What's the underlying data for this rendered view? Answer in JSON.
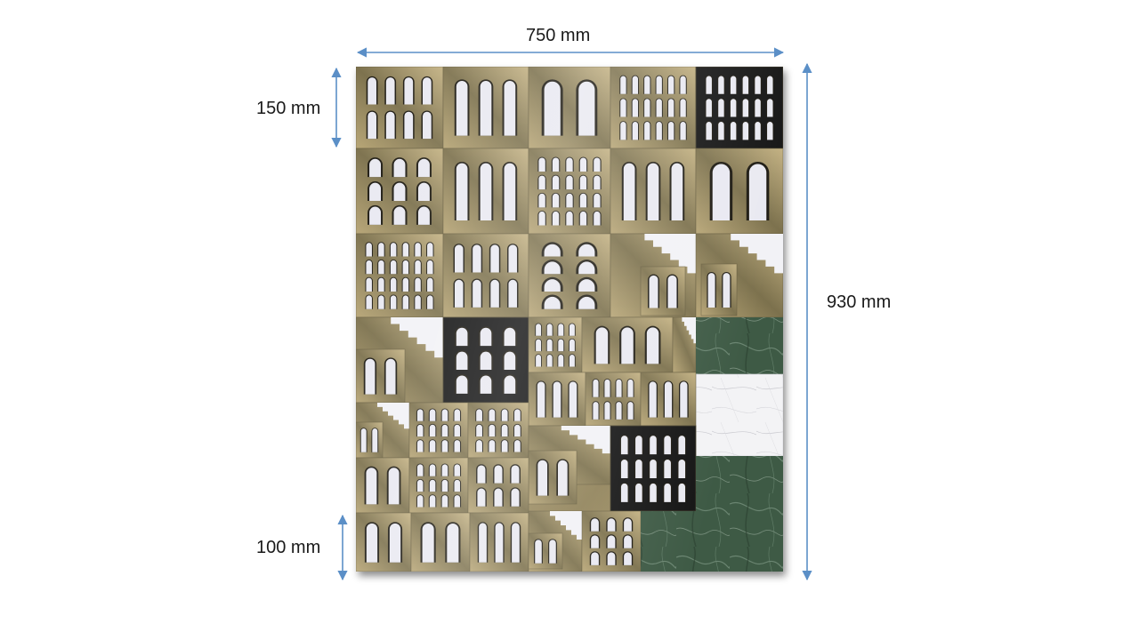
{
  "dimensions": {
    "width": "750 mm",
    "height": "930 mm",
    "tile_large": "150 mm",
    "tile_small": "100 mm"
  },
  "colors": {
    "arrow": "#5b8fc7",
    "brass_light": "#cdb98b",
    "brass_mid": "#a89467",
    "brass_dark": "#6f6545",
    "window_glow": "#e9e9f1",
    "black_tile": "#151515",
    "green_marble": "#3f5a44",
    "white_marble": "#f1f1f3"
  },
  "artwork": {
    "description_hidden": false,
    "materials": [
      "brass-arches",
      "black-arches",
      "green-marble",
      "white-marble",
      "stairs"
    ]
  }
}
